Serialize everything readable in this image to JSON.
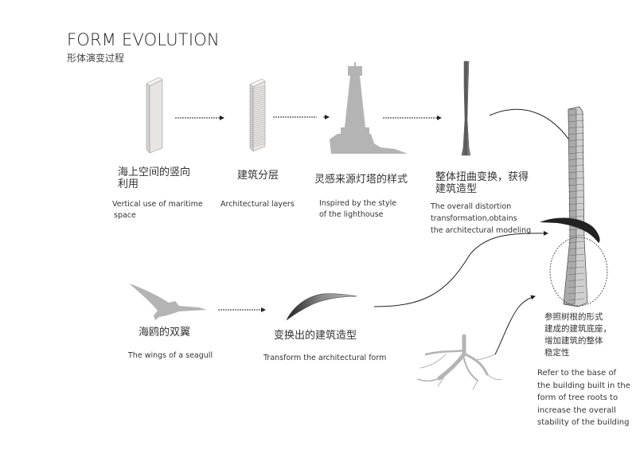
{
  "title": "FORM EVOLUTION",
  "subtitle": "形体演变过程",
  "steps": [
    {
      "zh": "海上空间的竖向利用",
      "zh_line1": "海上空间的竖向",
      "zh_line2": "利用",
      "en_line1": "Vertical use of maritime",
      "en_line2": "space"
    },
    {
      "zh": "建筑分层",
      "en_line1": "Architectural layers"
    },
    {
      "zh": "灵感来源灯塔的样式",
      "en_line1": "Inspired by the style",
      "en_line2": "of the lighthouse"
    },
    {
      "zh_line1": "整体扭曲变换，获得",
      "zh_line2": "建筑造型",
      "en_line1": "The overall distortion",
      "en_line2": "transformation,obtains",
      "en_line3": "the architectural modeling"
    },
    {
      "zh": "海鸥的双翼",
      "en_line1": "The wings of a seagull"
    },
    {
      "zh": "变换出的建筑造型",
      "en_line1": "Transform the architectural form"
    },
    {
      "zh_line1": "参照树根的形式",
      "zh_line2": "建成的建筑底座，",
      "zh_line3": "增加建筑的整体",
      "zh_line4": "稳定性",
      "en_line1": "Refer to the base of",
      "en_line2": "the building built in the",
      "en_line3": "form of tree roots to",
      "en_line4": "increase the overall",
      "en_line5": "stability of the building"
    }
  ],
  "colors": {
    "silhouette": "#b4b4b4",
    "text": "#333333",
    "arrow": "#222222"
  }
}
